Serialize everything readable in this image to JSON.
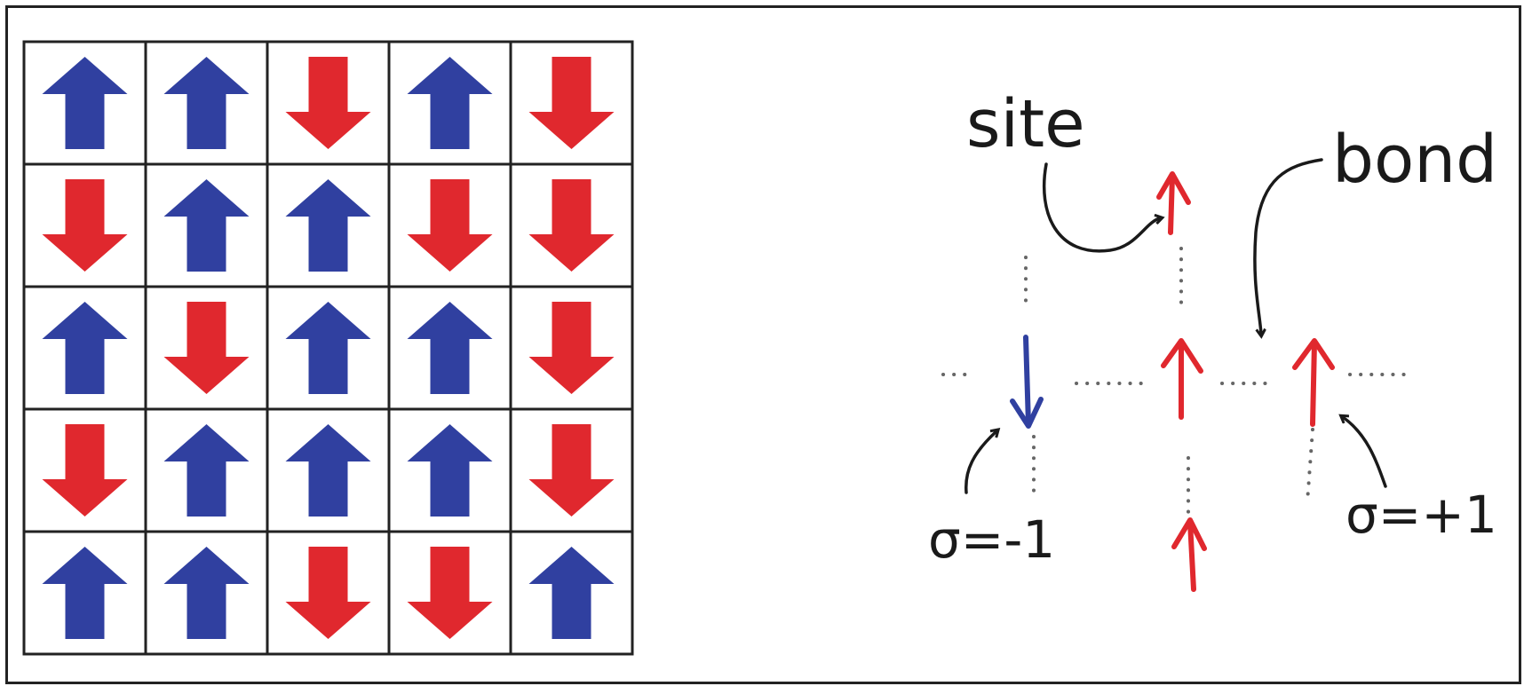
{
  "colors": {
    "up": "#3040a0",
    "down": "#e0282e",
    "grid": "#222222",
    "ink": "#1a1a1a",
    "dots": "#666666"
  },
  "lattice": {
    "rows": [
      [
        "up",
        "up",
        "down",
        "up",
        "down"
      ],
      [
        "down",
        "up",
        "up",
        "down",
        "down"
      ],
      [
        "up",
        "down",
        "up",
        "up",
        "down"
      ],
      [
        "down",
        "up",
        "up",
        "up",
        "down"
      ],
      [
        "up",
        "up",
        "down",
        "down",
        "up"
      ]
    ]
  },
  "sketch": {
    "label_site": "site",
    "label_bond": "bond",
    "label_sigma_minus": "σ=-1",
    "label_sigma_plus": "σ=+1",
    "spins": [
      {
        "id": "left",
        "state": "down",
        "color": "blue"
      },
      {
        "id": "top",
        "state": "up",
        "color": "red"
      },
      {
        "id": "center",
        "state": "up",
        "color": "red"
      },
      {
        "id": "right",
        "state": "up",
        "color": "red"
      },
      {
        "id": "bottom",
        "state": "up",
        "color": "red"
      }
    ]
  }
}
